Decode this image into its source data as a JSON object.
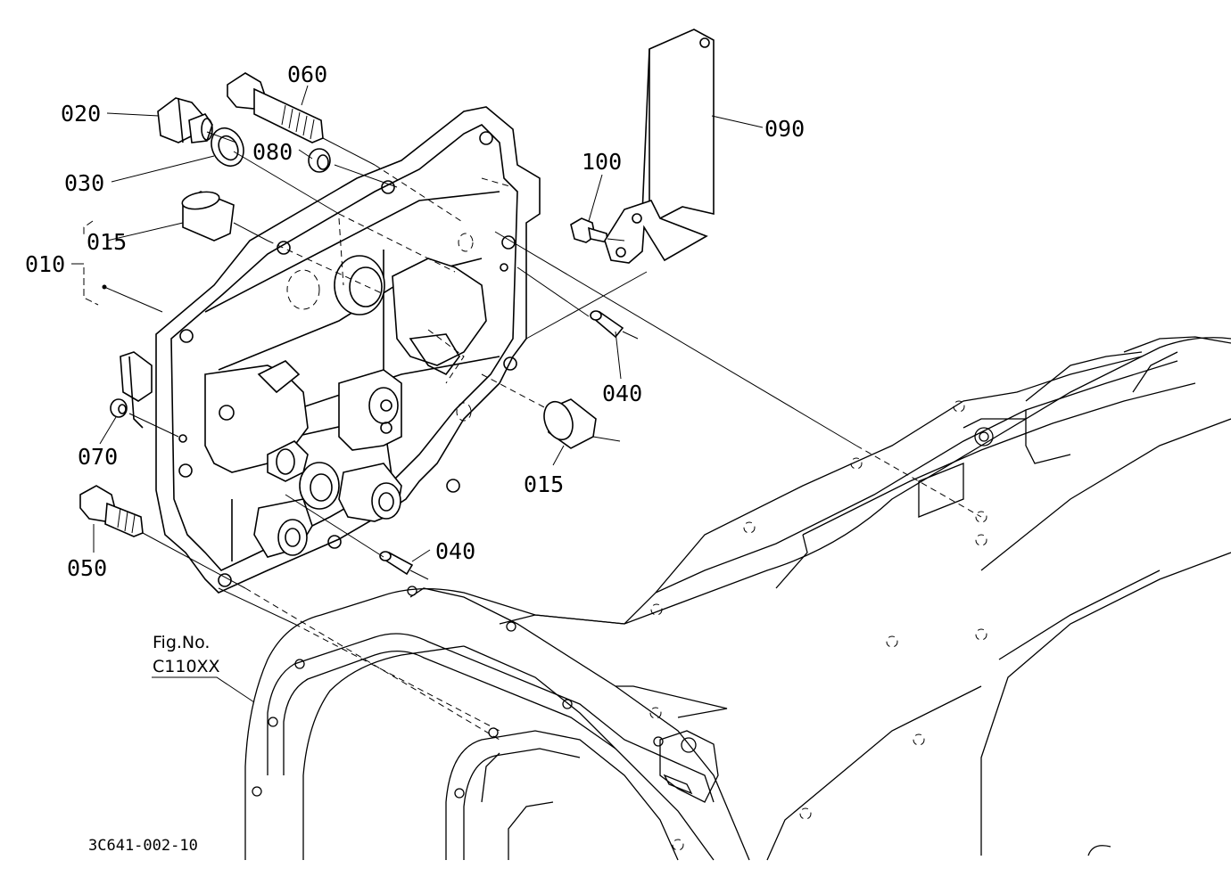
{
  "callouts": {
    "c010": "010",
    "c015a": "015",
    "c015b": "015",
    "c020": "020",
    "c030": "030",
    "c040a": "040",
    "c040b": "040",
    "c050": "050",
    "c060": "060",
    "c070": "070",
    "c080": "080",
    "c090": "090",
    "c100": "100"
  },
  "figure": {
    "prefix": "Fig.No.",
    "number": "C110XX"
  },
  "drawing_code": "3C641-002-10"
}
